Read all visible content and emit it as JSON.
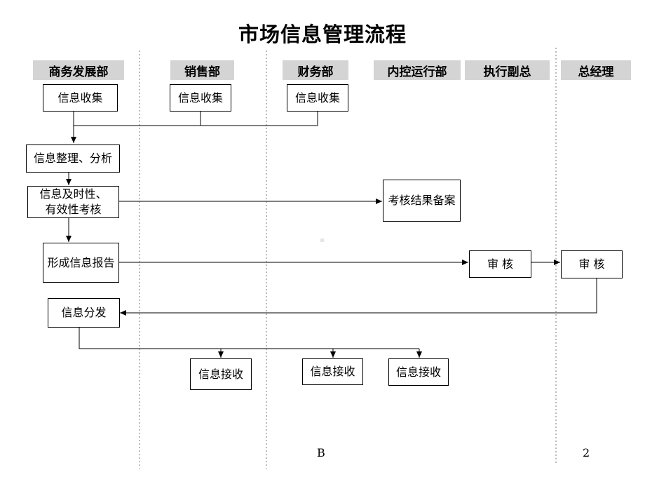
{
  "title": "市场信息管理流程",
  "lanes": [
    "商务发展部",
    "销售部",
    "财务部",
    "内控运行部",
    "执行副总",
    "总经理"
  ],
  "boxes": {
    "collect_biz": "信息收集",
    "collect_sales": "信息收集",
    "collect_fin": "信息收集",
    "organize": "信息整理、分析",
    "assess": "信息及时性、\n有效性考核",
    "archive": "考核结果备案",
    "report": "形成信息报告",
    "review_vp": "审 核",
    "review_gm": "审 核",
    "distribute": "信息分发",
    "receive_sales": "信息接收",
    "receive_fin": "信息接收",
    "receive_ctrl": "信息接收"
  },
  "footer": {
    "left": "B",
    "right": "2"
  }
}
